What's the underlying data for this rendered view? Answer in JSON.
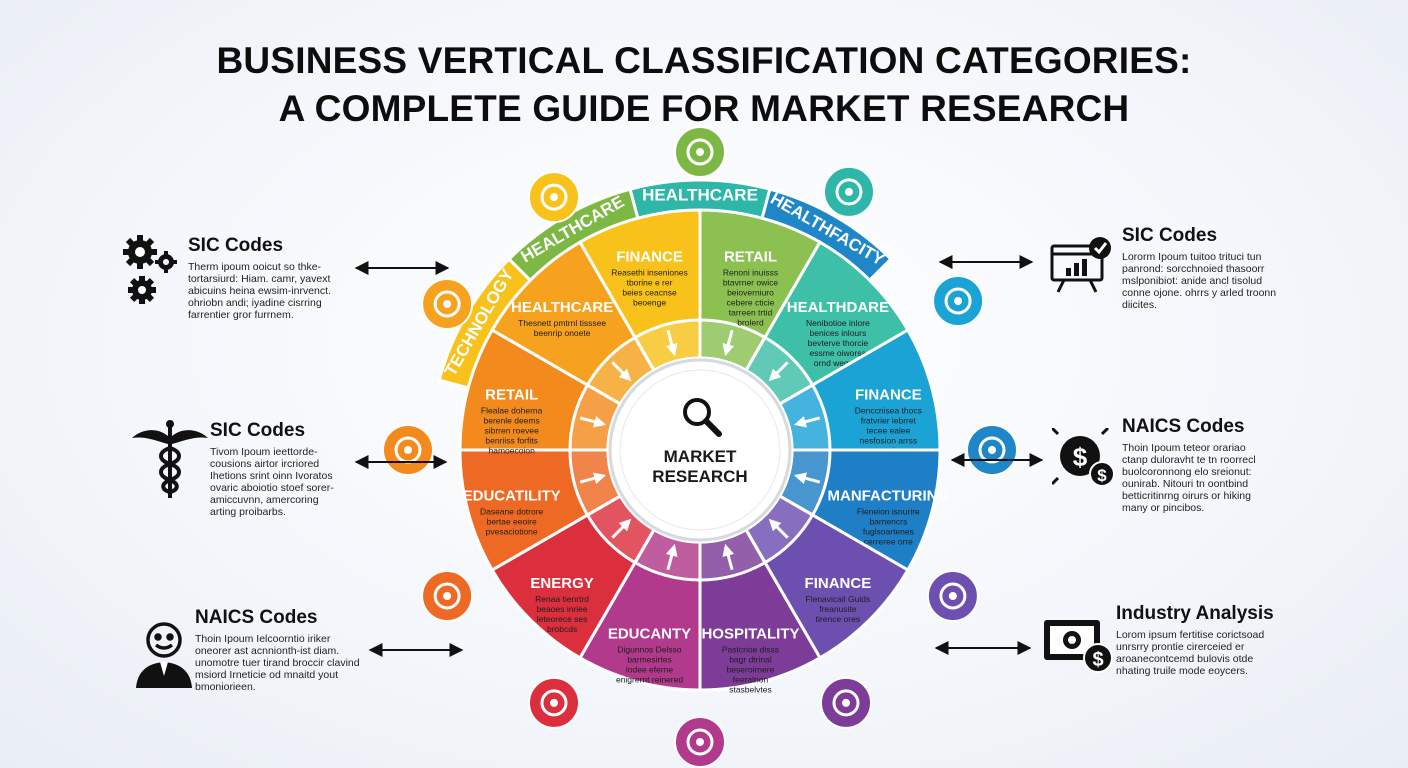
{
  "title": {
    "line1": "BUSINESS VERTICAL CLASSIFICATION CATEGORIES:",
    "line2": "A COMPLETE GUIDE FOR MARKET RESEARCH"
  },
  "center": {
    "line1": "MARKET",
    "line2": "RESEARCH",
    "icon": "magnifier-icon"
  },
  "segments": [
    {
      "label": "RETAIL",
      "color": "#8cc152",
      "text": "Renoni inuisss\nbtavrner owice\nbeioverniuro\ncebere cticie\ntarreen trtid\nbrolerd"
    },
    {
      "label": "HEALTHDARE",
      "color": "#3dbfa8",
      "text": "Nenibotioe inlore\nbenices inlours\nbevterve thorcie\nessme oiworsa\nornd wegrarr"
    },
    {
      "label": "FINANCE",
      "color": "#1ba3d6",
      "text": "Denccnisea thocs\nfratvrier iebrret\ntecee ealee\nnesfosion arrss\nenoreriees"
    },
    {
      "label": "MANFACTURING",
      "color": "#1f7fc6",
      "text": "Fleneion isnurire\nbarnencrs\nfuglsoartenes\ncerreree orre"
    },
    {
      "label": "FINANCE",
      "color": "#6d4fb0",
      "text": "Flenavicail Guids\nfreanusite\ntirence ores"
    },
    {
      "label": "HOSPITALITY",
      "color": "#7d3c98",
      "text": "Pastcrioe disss\nbagr dtrinal\nbeseroirnere\nfeeralnon\nstasbelvtes"
    },
    {
      "label": "EDUCANTY",
      "color": "#b23a8c",
      "text": "Digunnos Delsso\nbarmesirtes\nlodee eferne\nenigrernt reinered"
    },
    {
      "label": "ENERGY",
      "color": "#dc2f3e",
      "text": "Renaa tienrtrd\nbeaoes inriee\nleteorece ses\nbrobcds"
    },
    {
      "label": "EDUCATILITY",
      "color": "#ee6a24",
      "text": "Daseane dotrore\nbertae eeoire\npvesaciotione"
    },
    {
      "label": "RETAIL",
      "color": "#f38a1e",
      "text": "Flealae doherna\nberenle deems\nsibrren roevee\nbenriiss forfits\nhamoecoion"
    },
    {
      "label": "HEALTHCARE",
      "color": "#f6a21e",
      "text": "Thesnett pmtrnl tisssee\nbeenrip onoete"
    },
    {
      "label": "FINANCE",
      "color": "#f8c21a",
      "text": "Reasethi inseniones\ntborine e rer\nbeies ceacnse\nbeoenge"
    }
  ],
  "outer_ring": [
    {
      "label": "TECHNOLOGY",
      "color": "#f8c21a"
    },
    {
      "label": "HEALTHCARE",
      "color": "#7cb843"
    },
    {
      "label": "HEALTHCARE",
      "color": "#2eb6a8"
    },
    {
      "label": "HEALTHFACITY",
      "color": "#1f86c8"
    }
  ],
  "node_icons": [
    {
      "name": "people-chat-icon",
      "color": "#7cb843"
    },
    {
      "name": "health-hands-icon",
      "color": "#2eb6a8"
    },
    {
      "name": "medical-wings-icon",
      "color": "#1ba3d6"
    },
    {
      "name": "banknote-icon",
      "color": "#1f86c8"
    },
    {
      "name": "finance-chart-icon",
      "color": "#6d4fb0"
    },
    {
      "name": "clipboard-icon",
      "color": "#7d3c98"
    },
    {
      "name": "camera-icon",
      "color": "#b23a8c"
    },
    {
      "name": "energy-icon",
      "color": "#dc2f3e"
    },
    {
      "name": "education-gear-icon",
      "color": "#ee6a24"
    },
    {
      "name": "retail-cart-icon",
      "color": "#f38a1e"
    },
    {
      "name": "health-dial-icon",
      "color": "#f6a21e"
    },
    {
      "name": "tech-bulb-icon",
      "color": "#f8c21a"
    }
  ],
  "callouts": [
    {
      "title": "SIC Codes",
      "icon": "gears-icon",
      "text": "Therm ipoum ooicut so thke-\ntortarsiurd: Hiam. camr, yavext\nabicuins heina ewsim-inrvenct.\nohriobn andi; iyadine cisrring\nfarrentier gror furrnem."
    },
    {
      "title": "SIC Codes",
      "icon": "caduceus-icon",
      "text": "Tivom Ipoum ieettorde-\ncousions airtor ircriored\nIhetions srint oinn Ivoratos\novaric aboiotio stoef sorer-\namiccuvnn, amercoring\narting proibarbs."
    },
    {
      "title": "NAICS Codes",
      "icon": "businessman-icon",
      "text": "Thoin Ipoum Ielcoorntio iriker\noneorer ast acnnionth-ist diam.\nunomotre tuer tirand broccir clavind\nmsiord Irneticie od mnaitd yout\nbmoniorieen."
    },
    {
      "title": "SIC Codes",
      "icon": "analytics-monitor-icon",
      "text": "Lororm Ipoum tuitoo trituci tun\npanrond: sorcchnoied thasoorr\nmslponibiot: anide ancl tisolud\nconne ojone. ohrrs y arled troonn\ndiicites."
    },
    {
      "title": "NAICS Codes",
      "icon": "dollar-arrows-icon",
      "text": "Thoin Ipoum teteor orariao\nctanp duloravht te tn roorrecl\nbuolcoronnong elo sreionut:\nounirab. Nitouri tn oontbind\nbetticritinrng oirurs or hiking\nmany or pincibos."
    },
    {
      "title": "Industry Analysis",
      "icon": "monitor-dollar-icon",
      "text": "Lorom ipsum fertitise corictsoad\nunrsrry prontie cirerceied er\naroanecontcemd bulovis otde\nnhating truile mode eoycers."
    }
  ]
}
